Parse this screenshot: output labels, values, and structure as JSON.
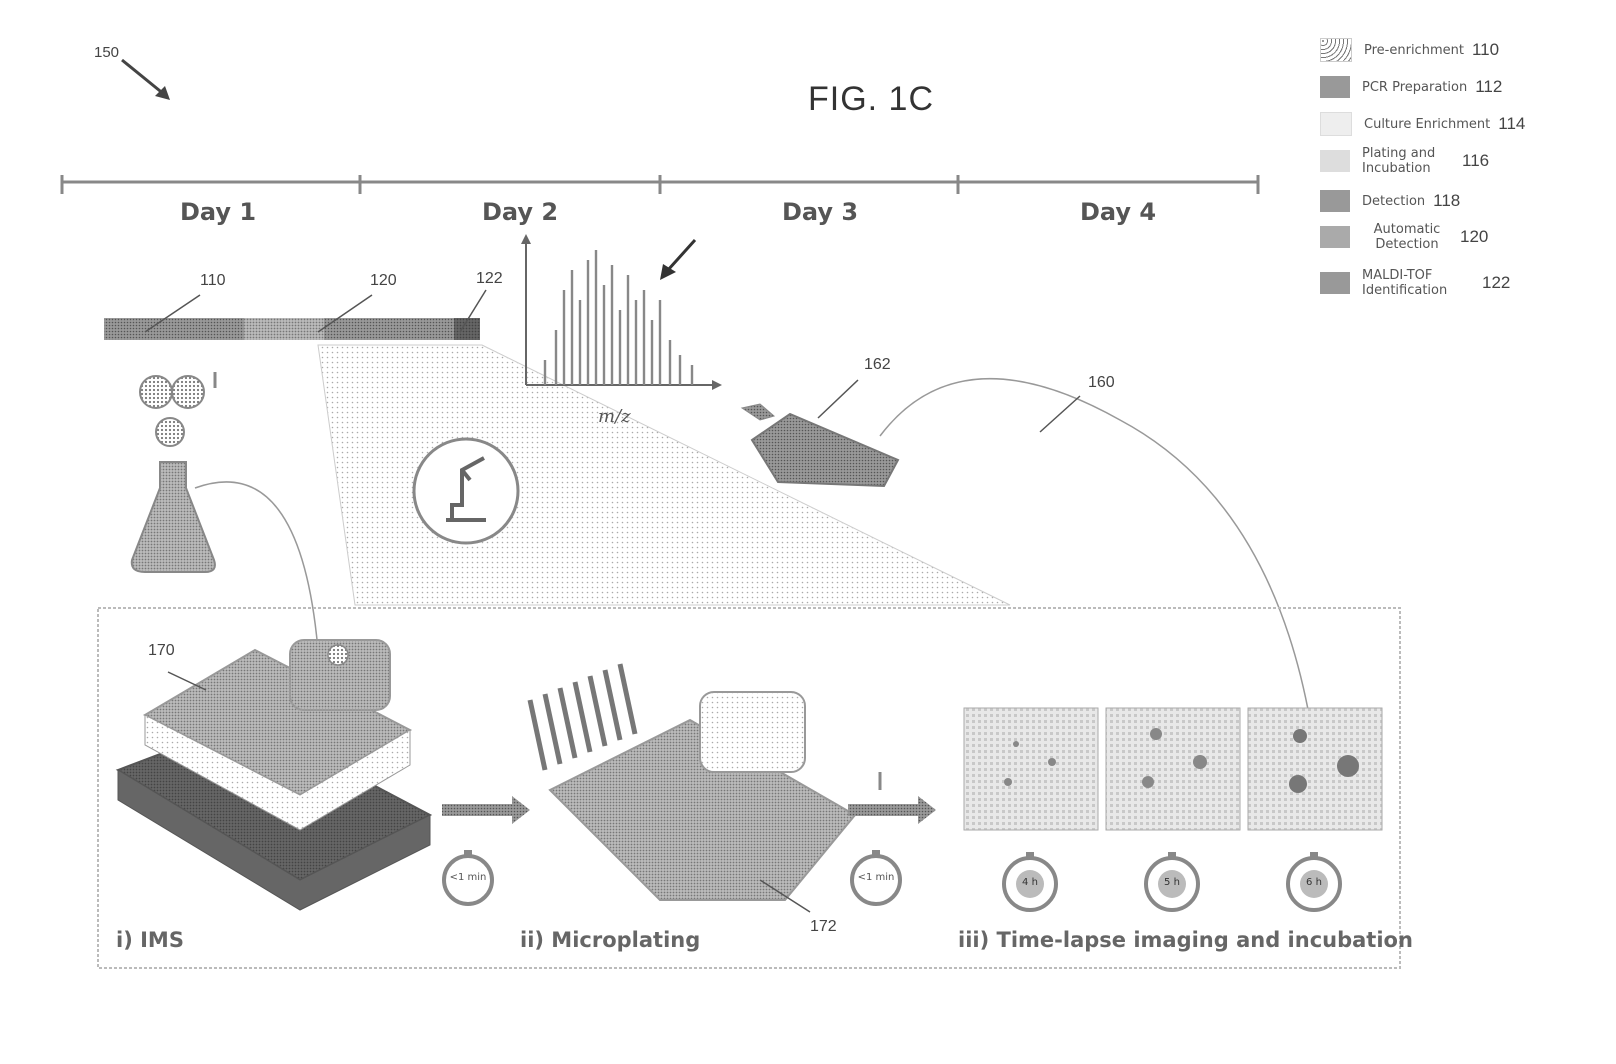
{
  "figure": {
    "ref_main": "150",
    "title": "FIG. 1C"
  },
  "timeline": {
    "days": [
      "Day 1",
      "Day 2",
      "Day 3",
      "Day 4"
    ]
  },
  "legend": [
    {
      "label": "Pre-enrichment",
      "num": "110",
      "pattern": "dots"
    },
    {
      "label": "PCR Preparation",
      "num": "112",
      "pattern": "dense"
    },
    {
      "label": "Culture Enrichment",
      "num": "114",
      "pattern": "light"
    },
    {
      "label": "Plating and Incubation",
      "num": "116",
      "pattern": "light-dots"
    },
    {
      "label": "Detection",
      "num": "118",
      "pattern": "dense"
    },
    {
      "label": "Automatic Detection",
      "num": "120",
      "pattern": "medium"
    },
    {
      "label": "MALDI-TOF Identification",
      "num": "122",
      "pattern": "dense"
    }
  ],
  "refs": {
    "bar_110": "110",
    "bar_120": "120",
    "bar_122": "122",
    "plate_162": "162",
    "curve_160": "160",
    "device_170": "170",
    "device_172": "172"
  },
  "spectrum": {
    "xlabel": "m/z"
  },
  "steps": {
    "ims": "i) IMS",
    "microplating": "ii) Microplating",
    "imaging": "iii) Time-lapse imaging and incubation"
  },
  "timers": {
    "t1": "<1 min",
    "t2": "<1 min",
    "t3": "4 h",
    "t4": "5 h",
    "t5": "6 h"
  }
}
